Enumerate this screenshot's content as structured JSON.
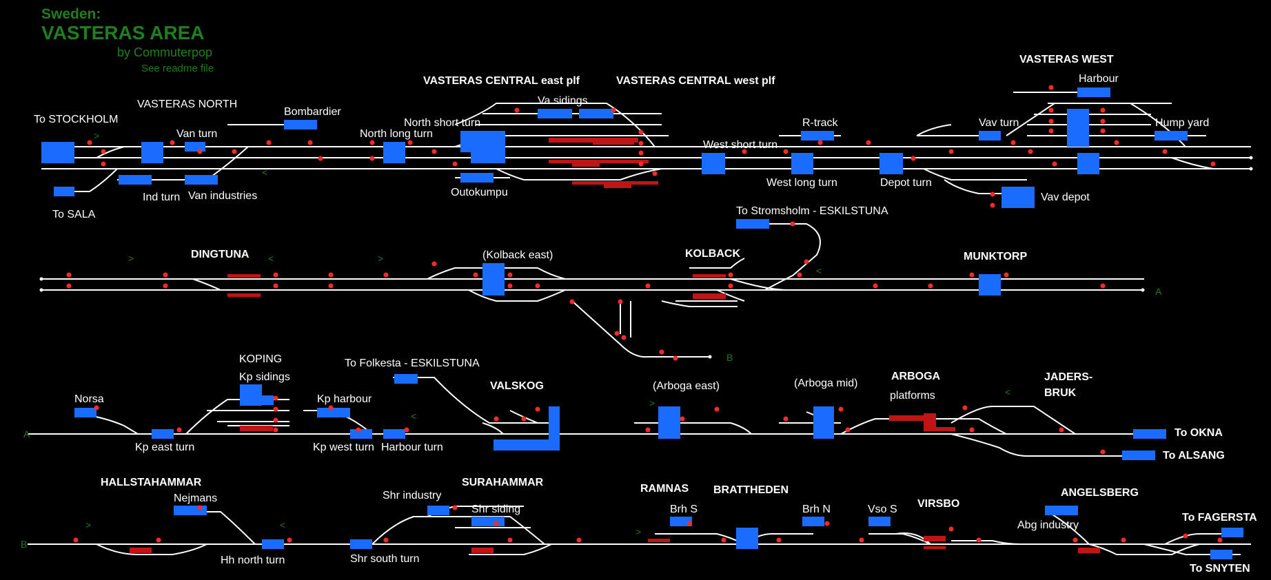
{
  "header": {
    "country": "Sweden:",
    "title": "VASTERAS AREA",
    "author": "by Commuterpop",
    "note": "See readme file"
  },
  "colors": {
    "background": "#000000",
    "track": "#ffffff",
    "platform": "#1a6cff",
    "occupied": "#c01515",
    "signal": "#ff2a2a",
    "header": "#1f7f1f"
  },
  "labels": {
    "to_stockholm": "To STOCKHOLM",
    "vasteras_north": "VASTERAS NORTH",
    "bombardier": "Bombardier",
    "van_turn": "Van turn",
    "ind_turn": "Ind turn",
    "van_industries": "Van industries",
    "to_sala": "To SALA",
    "north_long_turn": "North long turn",
    "north_short_turn": "North short turn",
    "vasteras_central_east": "VASTERAS CENTRAL east plf",
    "vasteras_central_west": "VASTERAS CENTRAL west plf",
    "va_sidings": "Va sidings",
    "outokumpu": "Outokumpu",
    "west_short_turn": "West short turn",
    "r_track": "R-track",
    "west_long_turn": "West long turn",
    "depot_turn": "Depot turn",
    "vasteras_west": "VASTERAS WEST",
    "harbour": "Harbour",
    "vav_turn": "Vav turn",
    "hump_yard": "Hump yard",
    "vav_depot": "Vav depot",
    "to_stromsholm": "To Stromsholm - ESKILSTUNA",
    "dingtuna": "DINGTUNA",
    "kolback_east": "(Kolback east)",
    "kolback": "KOLBACK",
    "munktorp": "MUNKTORP",
    "koping": "KOPING",
    "kp_sidings": "Kp sidings",
    "to_folkesta": "To Folkesta - ESKILSTUNA",
    "valskog": "VALSKOG",
    "arboga_east": "(Arboga east)",
    "arboga_mid": "(Arboga mid)",
    "arboga": "ARBOGA",
    "platforms": "platforms",
    "jaders": "JADERS-",
    "bruk": "BRUK",
    "norsa": "Norsa",
    "kp_harbour": "Kp harbour",
    "kp_east_turn": "Kp east turn",
    "kp_west_turn": "Kp west turn",
    "harbour_turn": "Harbour turn",
    "to_okna": "To OKNA",
    "to_alsang": "To ALSANG",
    "hallstahammar": "HALLSTAHAMMAR",
    "nejmans": "Nejmans",
    "surahammar": "SURAHAMMAR",
    "shr_industry": "Shr industry",
    "shr_siding": "Shr siding",
    "ramnas": "RAMNAS",
    "brattheden": "BRATTHEDEN",
    "brh_s": "Brh S",
    "brh_n": "Brh N",
    "vso_s": "Vso S",
    "virsbo": "VIRSBO",
    "angelsberg": "ANGELSBERG",
    "abg_industry": "Abg industry",
    "to_fagersta": "To FAGERSTA",
    "to_snyten": "To SNYTEN",
    "hh_north_turn": "Hh north turn",
    "shr_south_turn": "Shr south turn"
  },
  "markers": {
    "link_a": "A",
    "link_b": "B",
    "arrow_right": ">",
    "arrow_left": "<"
  }
}
